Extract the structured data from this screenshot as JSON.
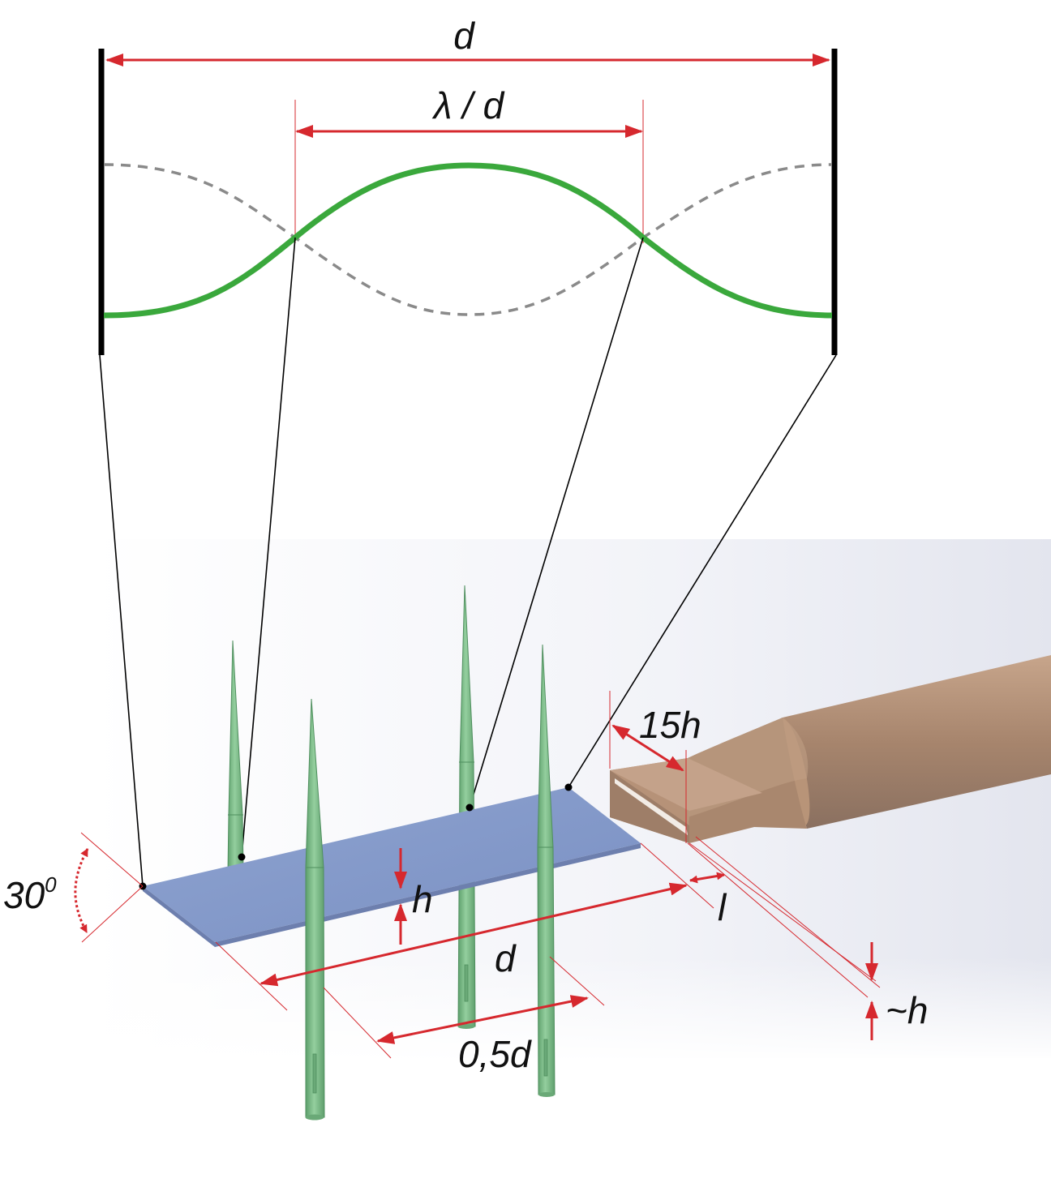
{
  "labels": {
    "top_span": "d",
    "mode_span": "λ / d",
    "nozzle_length": "15h",
    "tilt_angle": "30",
    "tilt_angle_sup": "0",
    "plate_thickness": "h",
    "gap": "l",
    "spacing": "d",
    "half_spacing": "0,5d",
    "slot_height": "~h"
  },
  "colors": {
    "dimension_red": "#d6282e",
    "mode_green": "#3aa83c",
    "mode_dashed": "#8a8a8a",
    "plate_blue": "#8499c9",
    "needle_green": "#7fbf8a",
    "nozzle_brown": "#b69278",
    "leader_black": "#000000"
  }
}
